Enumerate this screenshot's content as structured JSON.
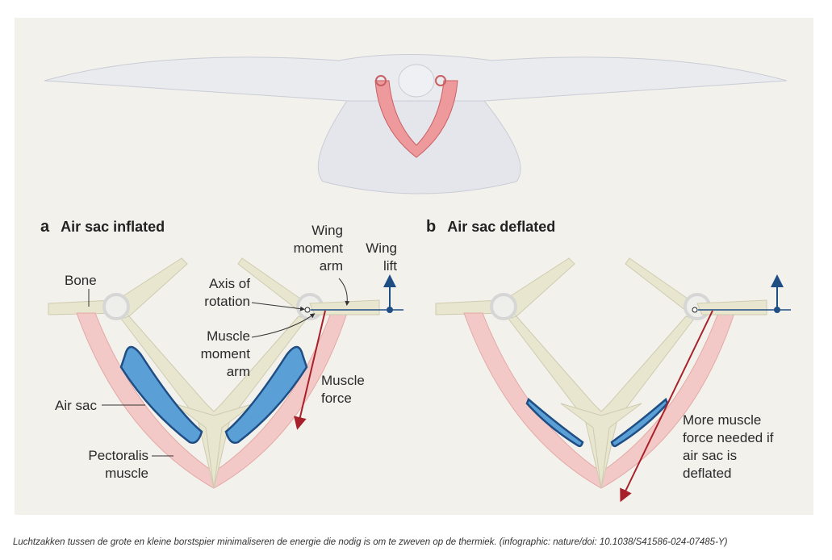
{
  "panel_a": {
    "letter": "a",
    "title": "Air sac inflated",
    "labels": {
      "bone": "Bone",
      "axis": "Axis of rotation",
      "muscle_arm": "Muscle moment arm",
      "wing_arm": "Wing moment arm",
      "wing_lift": "Wing lift",
      "muscle_force": "Muscle force",
      "air_sac": "Air sac",
      "pectoralis": "Pectoralis muscle"
    }
  },
  "panel_b": {
    "letter": "b",
    "title": "Air sac deflated",
    "note": "More muscle force needed if air sac is deflated"
  },
  "caption": "Luchtzakken tussen de grote en kleine borstspier minimaliseren de energie die nodig is om te zweven op de thermiek. (infographic: nature/doi: 10.1038/S41586-024-07485-Y)",
  "colors": {
    "background": "#f3f1ec",
    "bone": "#e8e6cf",
    "muscle": "#f2c9c6",
    "air_sac": "#5a9fd6",
    "force_arrow": "#a8202a",
    "lift_arrow": "#1f4e85"
  }
}
